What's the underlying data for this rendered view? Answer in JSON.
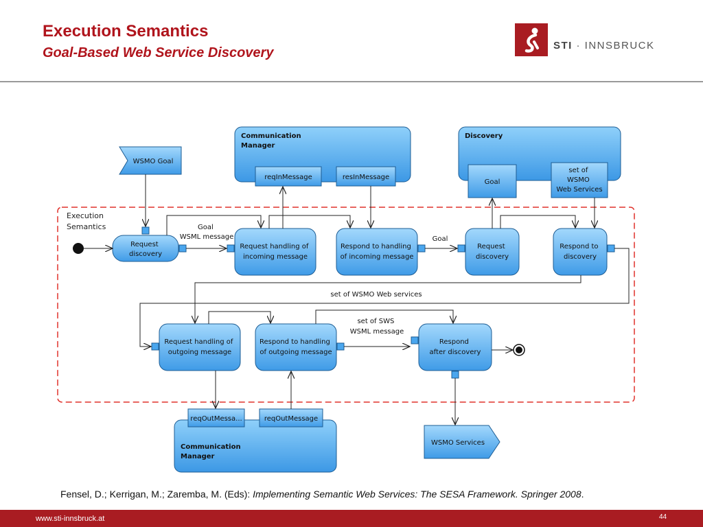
{
  "header": {
    "title": "Execution Semantics",
    "subtitle": "Goal-Based Web Service Discovery",
    "logo_text_bold": "STI",
    "logo_text_rest": " · INNSBRUCK"
  },
  "diagram": {
    "execution_semantics_label": [
      "Execution",
      "Semantics"
    ],
    "wsmo_goal": "WSMO Goal",
    "wsmo_services": "WSMO Services",
    "comm_manager_top": [
      "Communication",
      "Manager"
    ],
    "comm_manager_bottom": [
      "Communication",
      "Manager"
    ],
    "discovery_container": "Discovery",
    "pins": {
      "req_in_message": "reqInMessage",
      "res_in_message": "resInMessage",
      "goal": "Goal",
      "set_of_wsmo_ws": [
        "set of",
        "WSMO",
        "Web Services"
      ],
      "req_out_messa": "reqOutMessa...",
      "req_out_message": "reqOutMessage"
    },
    "actions": {
      "request_discovery_1": [
        "Request",
        "discovery"
      ],
      "request_handling_incoming": [
        "Request handling of",
        "incoming message"
      ],
      "respond_handling_incoming": [
        "Respond to handling",
        "of incoming message"
      ],
      "request_discovery_2": [
        "Request",
        "discovery"
      ],
      "respond_to_discovery": [
        "Respond to",
        "discovery"
      ],
      "request_handling_outgoing": [
        "Request handling of",
        "outgoing message"
      ],
      "respond_handling_outgoing": [
        "Respond to handling",
        "of outgoing message"
      ],
      "respond_after_discovery": [
        "Respond",
        "after discovery"
      ]
    },
    "edge_labels": {
      "goal_wsml_message": [
        "Goal",
        "WSML message"
      ],
      "goal": "Goal",
      "set_of_wsmo_web_services": "set of WSMO Web services",
      "set_of_sws_wsml": [
        "set of SWS",
        "WSML message"
      ]
    }
  },
  "citation": {
    "authors": "Fensel, D.; Kerrigan, M.; Zaremba, M. (Eds): ",
    "title": "Implementing Semantic Web Services: The SESA Framework. Springer 2008",
    "end": "."
  },
  "footer": {
    "url": "www.sti-innsbruck.at",
    "page": "44"
  },
  "colors": {
    "brand_red": "#a91c22",
    "node_fill_top": "#9fd6fb",
    "node_fill_bottom": "#3d9be8",
    "node_stroke": "#1d5c93",
    "dashed_region": "#e0302a"
  }
}
